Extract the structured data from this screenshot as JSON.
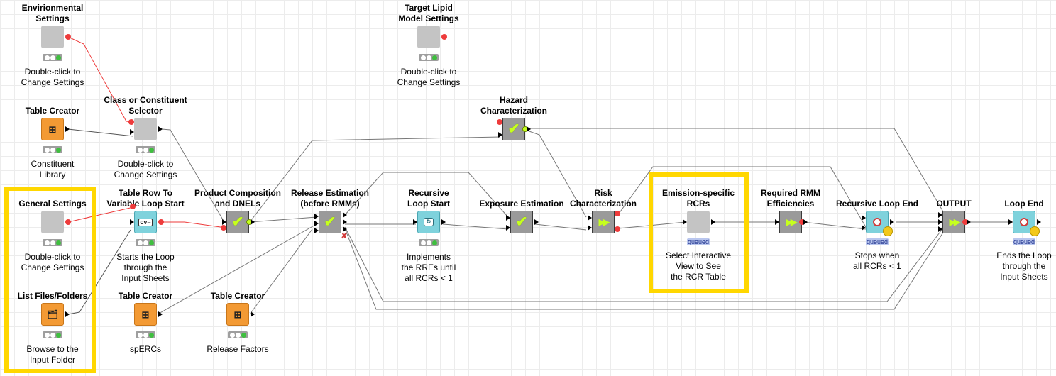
{
  "colors": {
    "highlight": "#ffd700",
    "flow_wire": "#ee3b3b",
    "data_wire": "#777777",
    "source_node": "#f39a34",
    "loop_node": "#7fd2dc",
    "metanode": "#9a9a9a",
    "settings_node": "#c4c4c4"
  },
  "nodes": {
    "env_settings": {
      "title": "Envirionmental\nSettings",
      "desc": "Double-click to\nChange Settings",
      "icon": "settings-node-icon"
    },
    "table_creator_1": {
      "title": "Table Creator",
      "desc": "Constituent\nLibrary",
      "icon": "table-creator-icon"
    },
    "class_selector": {
      "title": "Class or Constituent\nSelector",
      "desc": "Double-click to\nChange Settings",
      "icon": "settings-node-icon"
    },
    "general_settings": {
      "title": "General Settings",
      "desc": "Double-click to\nChange Settings",
      "icon": "settings-node-icon"
    },
    "list_files": {
      "title": "List Files/Folders",
      "desc": "Browse to the\nInput Folder",
      "icon": "list-files-icon"
    },
    "table_row_loop": {
      "title": "Table Row To\nVariable Loop Start",
      "desc": "Starts the Loop\nthrough the\nInput Sheets",
      "icon": "variable-loop-icon"
    },
    "table_creator_2": {
      "title": "Table Creator",
      "desc": "spERCs",
      "icon": "table-creator-icon"
    },
    "product_composition": {
      "title": "Product Composition\nand DNELs",
      "desc": "",
      "icon": "check-icon"
    },
    "table_creator_3": {
      "title": "Table Creator",
      "desc": "Release Factors",
      "icon": "table-creator-icon"
    },
    "release_estimation": {
      "title": "Release Estimation\n(before RMMs)",
      "desc": "",
      "icon": "check-icon"
    },
    "recursive_loop_start": {
      "title": "Recursive\nLoop Start",
      "desc": "Implements\nthe RREs until\nall RCRs < 1",
      "icon": "recursive-loop-icon"
    },
    "target_lipid": {
      "title": "Target Lipid\nModel Settings",
      "desc": "Double-click to\nChange Settings",
      "icon": "settings-node-icon"
    },
    "hazard": {
      "title": "Hazard\nCharacterization",
      "desc": "",
      "icon": "check-icon"
    },
    "exposure": {
      "title": "Exposure Estimation",
      "desc": "",
      "icon": "check-icon"
    },
    "risk": {
      "title": "Risk\nCharacterization",
      "desc": "",
      "icon": "fast-forward-icon"
    },
    "emission_rcrs": {
      "title": "Emission-specific\nRCRs",
      "desc": "Select Interactive\nView to See\nthe RCR Table",
      "status": "queued",
      "icon": "view-node-icon"
    },
    "required_rmm": {
      "title": "Required RMM\nEfficiencies",
      "desc": "",
      "icon": "fast-forward-icon"
    },
    "recursive_loop_end": {
      "title": "Recursive Loop End",
      "desc": "Stops when\nall RCRs < 1",
      "status": "queued",
      "icon": "loop-end-icon"
    },
    "output": {
      "title": "OUTPUT",
      "desc": "",
      "icon": "fast-forward-icon"
    },
    "loop_end": {
      "title": "Loop End",
      "desc": "Ends the Loop\nthrough the\nInput Sheets",
      "status": "queued",
      "icon": "loop-end-icon"
    }
  }
}
